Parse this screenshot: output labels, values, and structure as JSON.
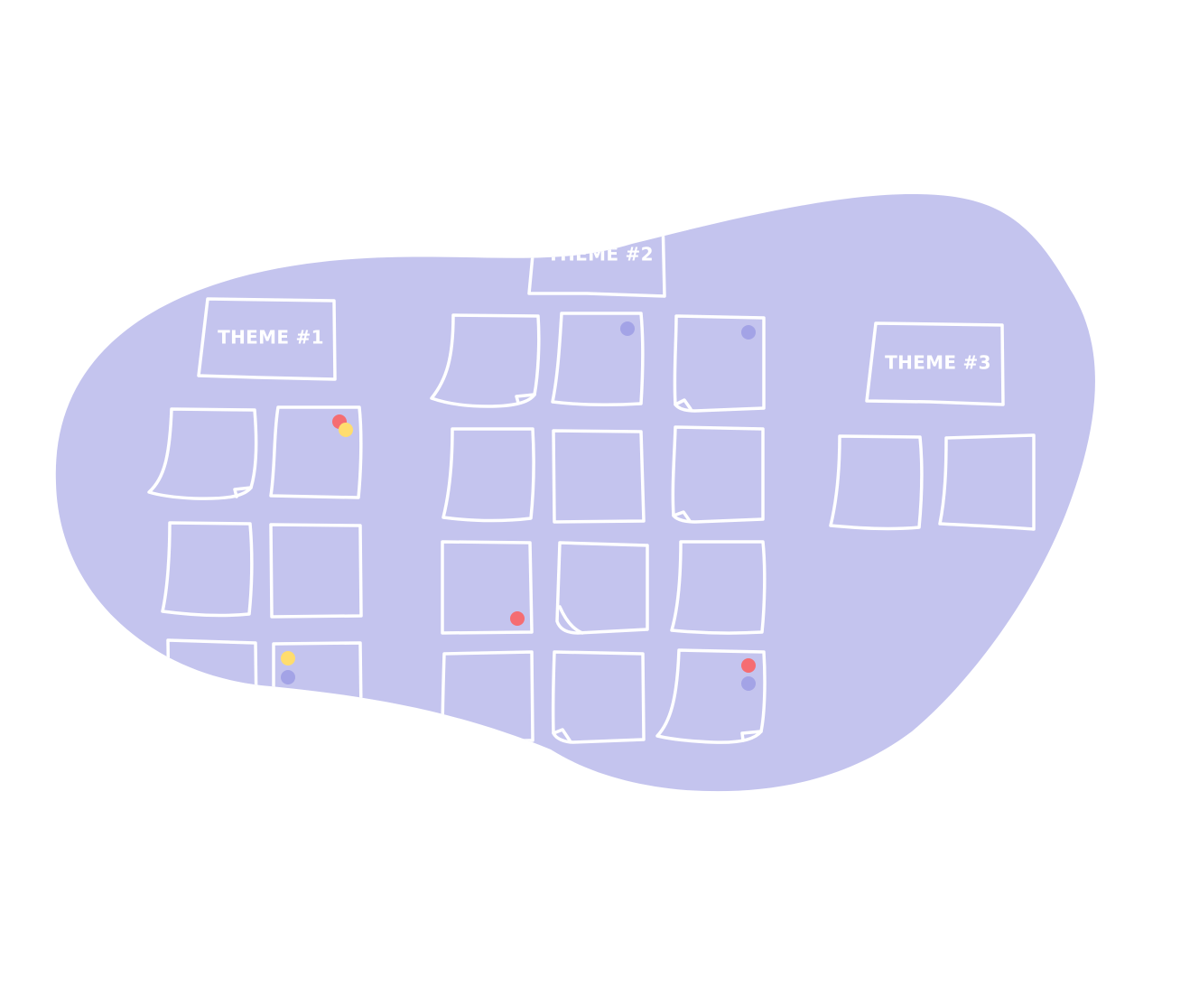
{
  "colors": {
    "blob": "#c4c4ee",
    "outline": "#ffffff",
    "dot_red": "#f56d72",
    "dot_yellow": "#ffdd6e",
    "dot_purple": "#a3a3e6"
  },
  "themes": [
    {
      "label": "THEME #1",
      "note_count": 6,
      "dots": [
        "red",
        "yellow",
        "yellow",
        "purple"
      ]
    },
    {
      "label": "THEME #2",
      "note_count": 12,
      "dots": [
        "purple",
        "purple",
        "red",
        "red",
        "purple"
      ]
    },
    {
      "label": "THEME #3",
      "note_count": 2,
      "dots": []
    }
  ]
}
